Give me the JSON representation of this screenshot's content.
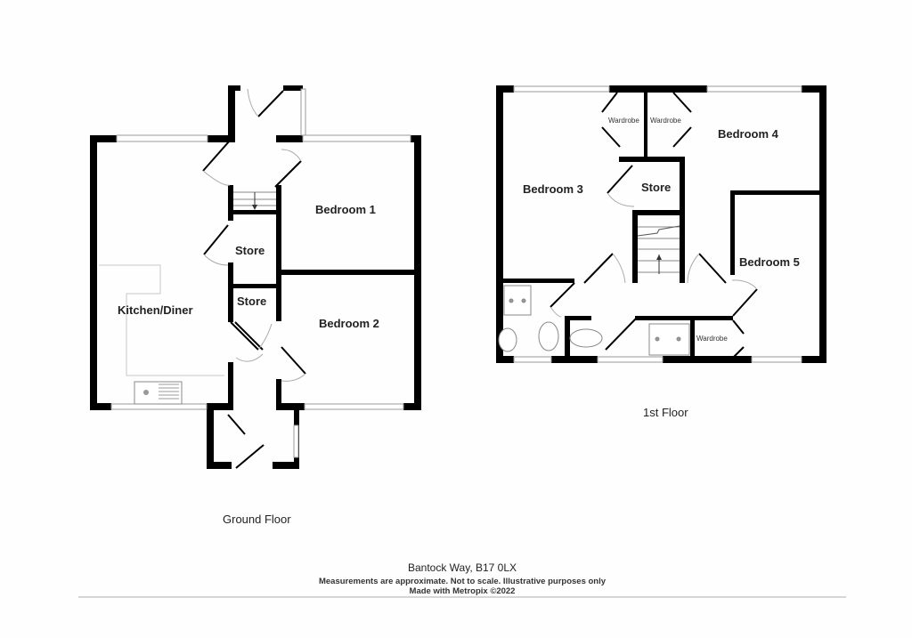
{
  "floorplan": {
    "ground_floor": {
      "label": "Ground Floor",
      "rooms": {
        "kitchen_diner": "Kitchen/Diner",
        "bedroom_1": "Bedroom 1",
        "bedroom_2": "Bedroom 2",
        "store_upper": "Store",
        "store_lower": "Store"
      }
    },
    "first_floor": {
      "label": "1st Floor",
      "rooms": {
        "bedroom_3": "Bedroom 3",
        "bedroom_4": "Bedroom 4",
        "bedroom_5": "Bedroom 5",
        "store": "Store",
        "wardrobe_left": "Wardrobe",
        "wardrobe_right": "Wardrobe",
        "wardrobe_bottom": "Wardrobe"
      }
    }
  },
  "footer": {
    "address": "Bantock Way, B17 0LX",
    "disclaimer": "Measurements are approximate.  Not to scale.  Illustrative purposes only",
    "credit": "Made with Metropix ©2022"
  },
  "colors": {
    "wall": "#000000",
    "window": "#9a9a9a",
    "fixture": "#8c8c8c",
    "background": "#fefefe",
    "rule": "#d6d6d6"
  }
}
